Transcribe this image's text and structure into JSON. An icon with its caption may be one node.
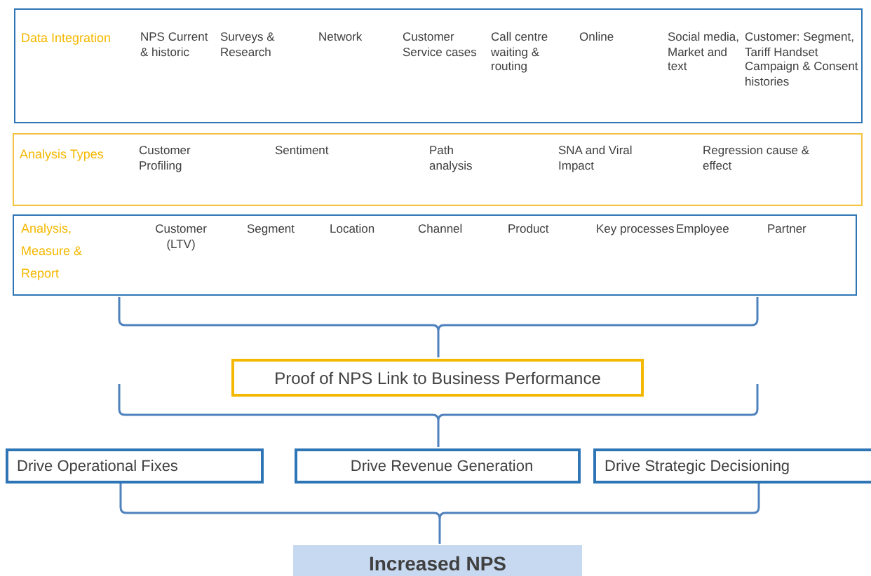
{
  "diagram": {
    "nodes": [
      {
        "text": [
          "Data Integration",
          "NPS Current & historic",
          "Surveys & Research",
          "Network",
          "Customer Service cases",
          "Call centre waiting & routing",
          "Online",
          "Social media, Market and text",
          "Customer: Segment, Tariff Handset Campaign & Consent histories"
        ]
      },
      {
        "text": [
          "Analysis Types",
          "Customer Profiling",
          "Sentiment",
          "Path analysis",
          "SNA and Viral Impact",
          "Regression cause & effect"
        ]
      },
      {
        "text": [
          "Analysis, Measure & Report",
          "Customer (LTV)",
          "Segment",
          "Location",
          "Channel",
          "Product",
          "Key processes",
          "Employee",
          "Partner"
        ]
      },
      {
        "text": [
          "Proof of NPS Link to Business Performance"
        ]
      },
      {
        "text": [
          "Drive Operational Fixes"
        ]
      },
      {
        "text": [
          "Drive Revenue Generation"
        ]
      },
      {
        "text": [
          "Drive Strategic Decisioning"
        ]
      },
      {
        "text": [
          "Increased NPS"
        ]
      }
    ]
  }
}
